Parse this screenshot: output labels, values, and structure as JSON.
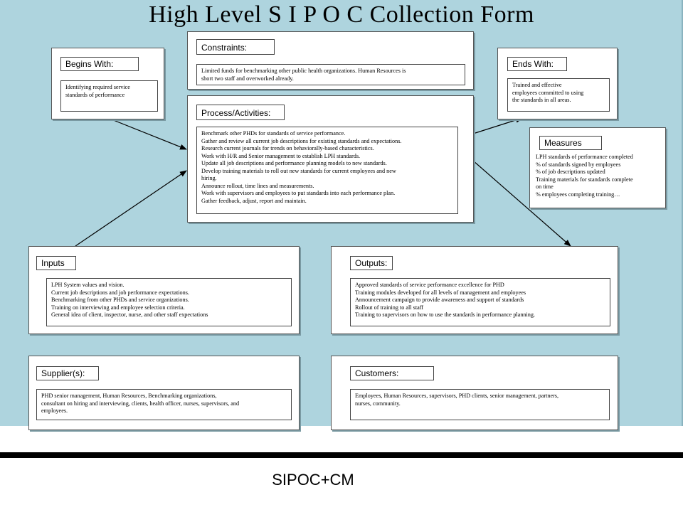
{
  "title": "High Level S I P O C Collection Form",
  "begins_with": {
    "header": "Begins With:",
    "lines": [
      "Identifying required service",
      "standards of performance"
    ]
  },
  "constraints": {
    "header": "Constraints:",
    "lines": [
      "Limited funds for benchmarking other public health organizations. Human Resources is",
      "short two staff and overworked already."
    ]
  },
  "ends_with": {
    "header": "Ends With:",
    "lines": [
      "Trained and effective",
      "employees committed to using",
      "the standards in all areas."
    ]
  },
  "process": {
    "header": "Process/Activities:",
    "lines": [
      "Benchmark other PHDs for standards of service performance.",
      "Gather and review all current job descriptions for existing standards and expectations.",
      "Research current journals for trends on behaviorally-based characteristics.",
      "Work with H/R and Senior management to establish LPH standards.",
      "Update all job descriptions and performance planning models to new standards.",
      "Develop training materials to roll out new standards for current employees and new",
      "hiring.",
      "Announce rollout, time lines and measurements.",
      "Work with supervisors and employees to put standards into each performance plan.",
      "Gather feedback, adjust, report and maintain."
    ]
  },
  "measures": {
    "header": "Measures",
    "lines": [
      "LPH standards of performance completed",
      "% of standards signed by employees",
      "% of job descriptions updated",
      "Training materials for standards complete",
      "on time",
      "% employees completing training…"
    ]
  },
  "inputs": {
    "header": "Inputs",
    "lines": [
      "LPH System values and vision.",
      "Current job descriptions and job performance expectations.",
      "Benchmarking from other PHDs and service organizations.",
      "Training on interviewing and employee selection criteria.",
      "General idea of client, inspector, nurse, and other staff expectations"
    ]
  },
  "outputs": {
    "header": "Outputs:",
    "lines": [
      "Approved standards of service performance excellence for PHD",
      "Training modules developed for all levels of management and employees",
      "Announcement campaign to provide awareness and support of standards",
      "Rollout of training to all staff",
      "Training to supervisors on how to use the standards in performance planning."
    ]
  },
  "suppliers": {
    "header": "Supplier(s):",
    "lines": [
      "PHD senior management, Human Resources, Benchmarking organizations,",
      "consultant on hiring and interviewing, clients, health officer, nurses, supervisors, and",
      "employees."
    ]
  },
  "customers": {
    "header": "Customers:",
    "lines": [
      "Employees, Human Resources, supervisors, PHD clients, senior management, partners,",
      "nurses, community."
    ]
  },
  "footer": "SIPOC+CM"
}
